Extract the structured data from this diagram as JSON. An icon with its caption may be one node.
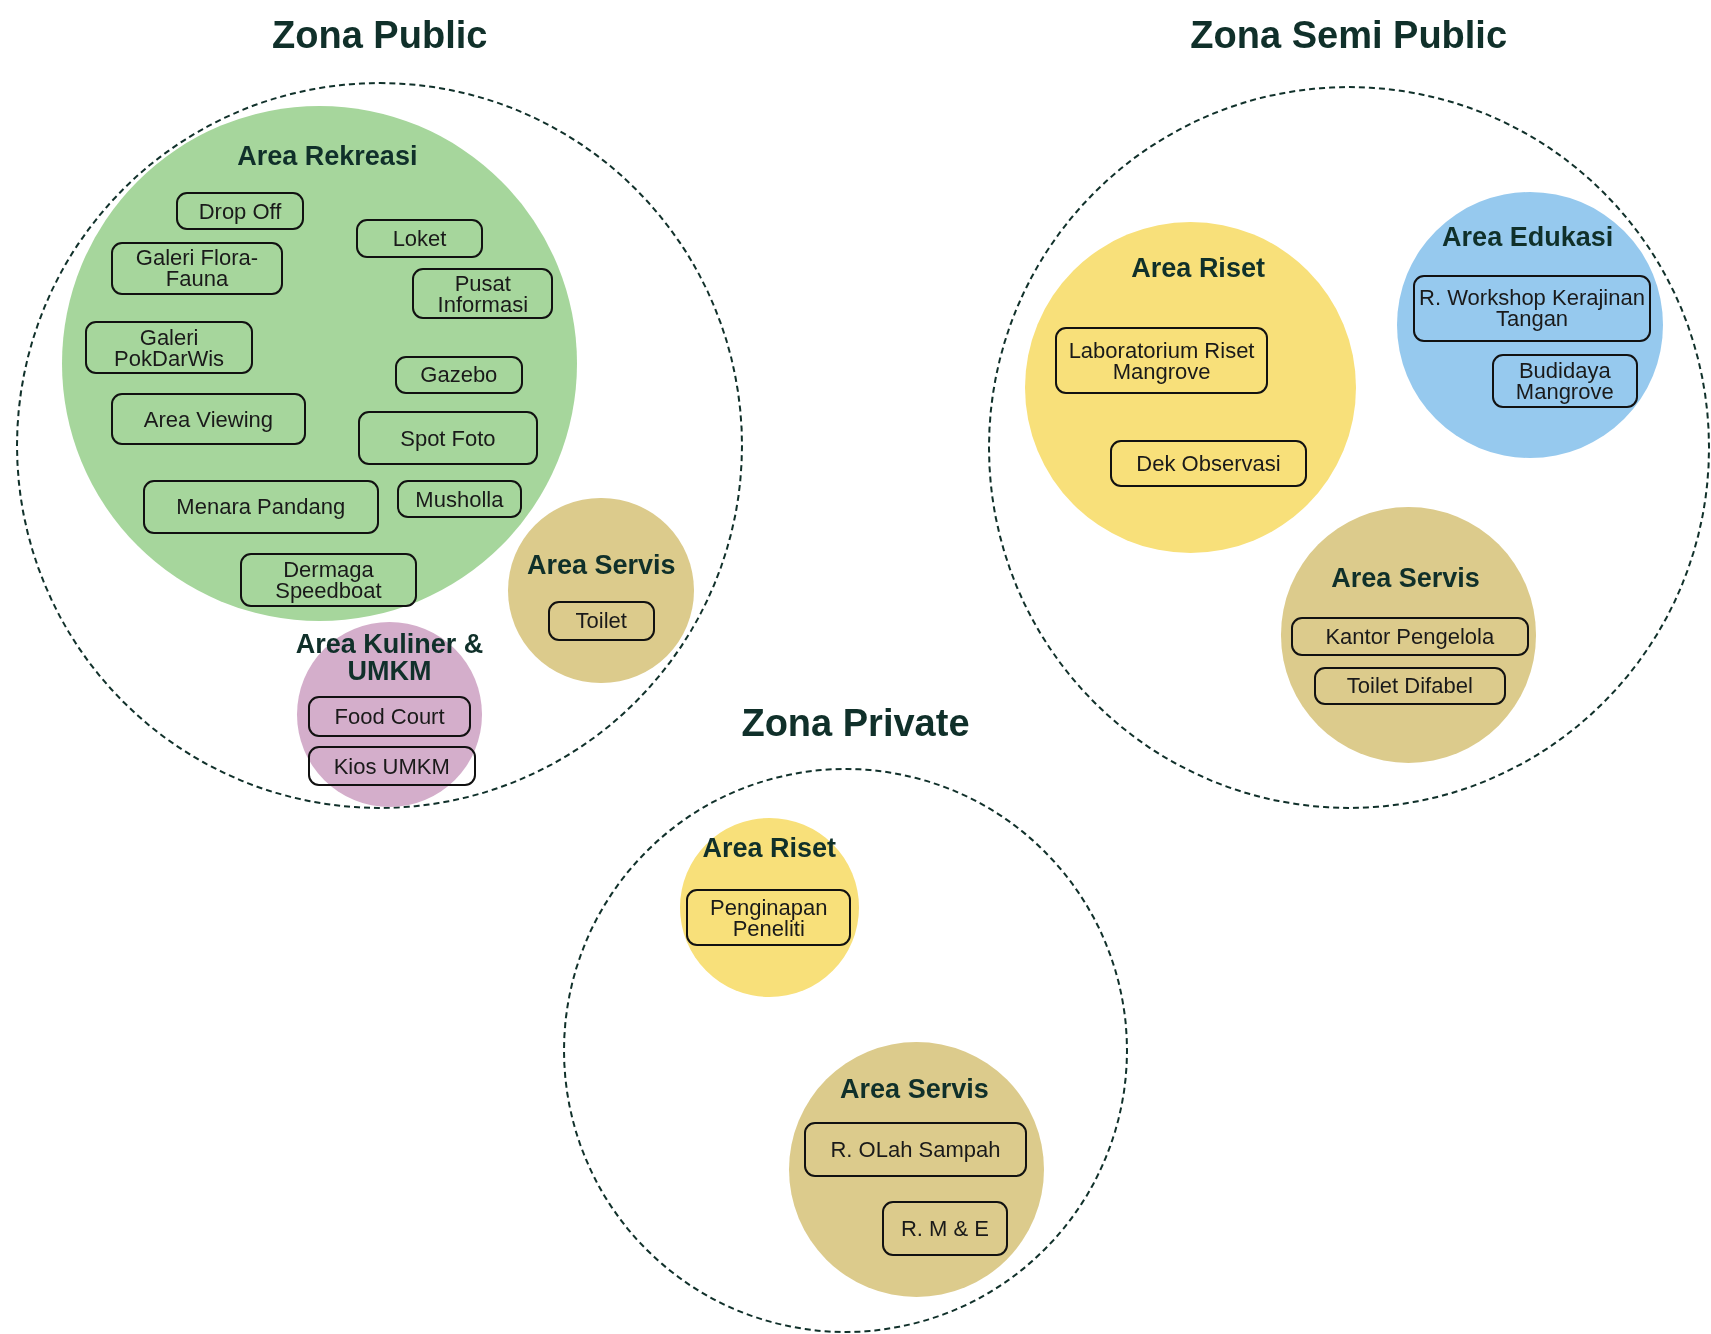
{
  "diagram": {
    "nodes": [
      {
        "text": [
          "Zona Public"
        ]
      },
      {
        "text": [
          "Area Rekreasi"
        ],
        "in": 0
      },
      {
        "text": [
          "Drop Off"
        ],
        "in": 1
      },
      {
        "text": [
          "Loket"
        ],
        "in": 1
      },
      {
        "text": [
          "Galeri Flora-Fauna"
        ],
        "in": 1
      },
      {
        "text": [
          "Pusat Informasi"
        ],
        "in": 1
      },
      {
        "text": [
          "Galeri PokDarWis"
        ],
        "in": 1
      },
      {
        "text": [
          "Gazebo"
        ],
        "in": 1
      },
      {
        "text": [
          "Area Viewing"
        ],
        "in": 1
      },
      {
        "text": [
          "Spot Foto"
        ],
        "in": 1
      },
      {
        "text": [
          "Menara Pandang"
        ],
        "in": 1
      },
      {
        "text": [
          "Musholla"
        ],
        "in": 1
      },
      {
        "text": [
          "Dermaga Speedboat"
        ],
        "in": 1
      },
      {
        "text": [
          "Area Servis"
        ],
        "in": 0
      },
      {
        "text": [
          "Toilet"
        ],
        "in": 13
      },
      {
        "text": [
          "Area Kuliner & UMKM"
        ],
        "in": 0
      },
      {
        "text": [
          "Food Court"
        ],
        "in": 15
      },
      {
        "text": [
          "Kios UMKM"
        ],
        "in": 15
      },
      {
        "text": [
          "Zona Semi Public"
        ]
      },
      {
        "text": [
          "Area Riset"
        ],
        "in": 18
      },
      {
        "text": [
          "Laboratorium Riset Mangrove"
        ],
        "in": 19
      },
      {
        "text": [
          "Dek Observasi"
        ],
        "in": 19
      },
      {
        "text": [
          "Area Edukasi"
        ],
        "in": 18
      },
      {
        "text": [
          "R. Workshop Kerajinan Tangan"
        ],
        "in": 22
      },
      {
        "text": [
          "Budidaya Mangrove"
        ],
        "in": 22
      },
      {
        "text": [
          "Area Servis"
        ],
        "in": 18
      },
      {
        "text": [
          "Kantor Pengelola"
        ],
        "in": 25
      },
      {
        "text": [
          "Toilet Difabel"
        ],
        "in": 25
      },
      {
        "text": [
          "Zona Private"
        ]
      },
      {
        "text": [
          "Area Riset"
        ],
        "in": 28
      },
      {
        "text": [
          "Penginapan Peneliti"
        ],
        "in": 29
      },
      {
        "text": [
          "Area Servis"
        ],
        "in": 28
      },
      {
        "text": [
          "R. OLah Sampah"
        ],
        "in": 31
      },
      {
        "text": [
          "R. M & E"
        ],
        "in": 31
      }
    ]
  }
}
